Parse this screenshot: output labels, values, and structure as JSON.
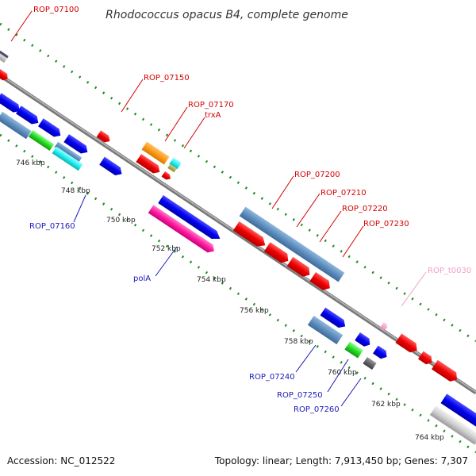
{
  "title": "Rhodococcus opacus B4, complete genome",
  "footer": {
    "accession": "Accession: NC_012522",
    "summary": "Topology: linear; Length: 7,913,450 bp; Genes: 7,307"
  },
  "colors": {
    "label_red": "#d40000",
    "label_blue": "#1a1ab8",
    "label_pink": "#f0a0c8",
    "tick_green": "#1e8a1e"
  },
  "scale_ticks": [
    "746 kbp",
    "748 kbp",
    "750 kbp",
    "752 kbp",
    "754 kbp",
    "756 kbp",
    "758 kbp",
    "760 kbp",
    "762 kbp",
    "764 kbp"
  ],
  "gene_labels": [
    {
      "id": "ROP_07100",
      "color": "red"
    },
    {
      "id": "ROP_07150",
      "color": "red"
    },
    {
      "id": "ROP_07170",
      "color": "red"
    },
    {
      "id": "trxA",
      "color": "red"
    },
    {
      "id": "ROP_07200",
      "color": "red"
    },
    {
      "id": "ROP_07210",
      "color": "red"
    },
    {
      "id": "ROP_07220",
      "color": "red"
    },
    {
      "id": "ROP_07230",
      "color": "red"
    },
    {
      "id": "ROP_t0030",
      "color": "pink"
    },
    {
      "id": "ROP_07160",
      "color": "blue"
    },
    {
      "id": "polA",
      "color": "blue"
    },
    {
      "id": "ROP_07240",
      "color": "blue"
    },
    {
      "id": "ROP_07250",
      "color": "blue"
    },
    {
      "id": "ROP_07260",
      "color": "blue"
    }
  ]
}
